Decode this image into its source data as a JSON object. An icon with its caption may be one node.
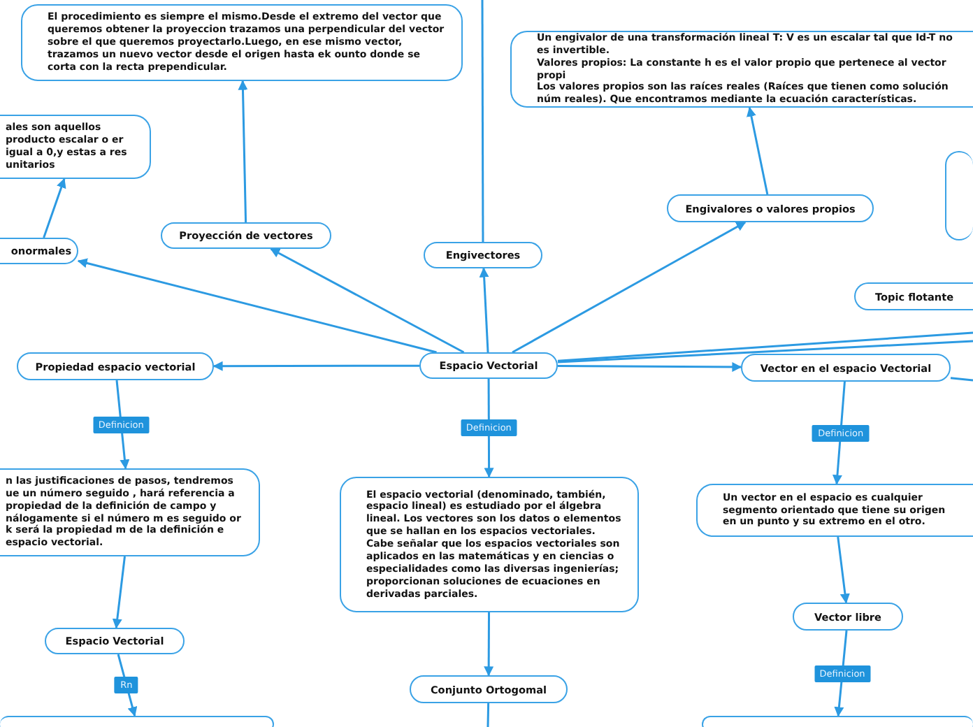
{
  "diagram": {
    "nodes": [
      {
        "text": [
          "Espacio Vectorial"
        ]
      },
      {
        "text": [
          "Proyección de vectores"
        ]
      },
      {
        "text": [
          "El procedimiento es siempre el mismo.Desde el extremo del vector que queremos obtener la proyeccion trazamos una perpendicular del vector sobre el que queremos proyectarlo.Luego, en ese mismo vector, trazamos un nuevo vector desde el origen hasta ek ounto donde se corta con la recta prependicular."
        ]
      },
      {
        "text": [
          "Engivectores"
        ]
      },
      {
        "text": [
          "Engivalores o valores propios"
        ]
      },
      {
        "text": [
          "Un engivalor de una transformación lineal T: V es un escalar tal que Id-T no es invertible.",
          "Valores propios: La constante h es el valor propio que pertenece al vector propi",
          "Los valores propios son las raíces reales (Raíces que tienen como solución núm reales). Que encontramos mediante la ecuación características."
        ]
      },
      {
        "text": [
          "onormales"
        ]
      },
      {
        "text": [
          "ales son aquellos producto escalar o er igual a 0,y estas a res unitarios"
        ]
      },
      {
        "text": [
          "Propiedad espacio vectorial"
        ]
      },
      {
        "text": [
          "n las justificaciones de pasos, tendremos ue un número seguido , hará referencia a propiedad de la definición de campo y nálogamente si el número m es seguido or k será la propiedad m de la definición e espacio vectorial."
        ]
      },
      {
        "text": [
          "Espacio Vectorial"
        ]
      },
      {
        "text": [],
        "shape": "box"
      },
      {
        "text": [
          "El espacio vectorial (denominado, también, espacio lineal) es estudiado por el álgebra lineal. Los vectores son los datos o elementos que se hallan en los espacios vectoriales.",
          "Cabe señalar que los espacios vectoriales son aplicados en las matemáticas y en ciencias o especialidades como las diversas ingenierías; proporcionan soluciones de ecuaciones en derivadas parciales."
        ]
      },
      {
        "text": [
          "Conjunto Ortogomal"
        ]
      },
      {
        "text": [
          "Vector en el espacio Vectorial"
        ]
      },
      {
        "text": [
          "Un vector en el espacio es cualquier segmento orientado que tiene su origen en un punto y su extremo en el otro."
        ]
      },
      {
        "text": [
          "Vector libre"
        ]
      },
      {
        "text": [],
        "shape": "box"
      },
      {
        "text": [
          "Topic flotante"
        ]
      },
      {
        "text": [],
        "shape": "box"
      }
    ],
    "edges": [
      {
        "from": 0,
        "to": 1,
        "arrow": "to"
      },
      {
        "from": 1,
        "to": 2,
        "arrow": "to"
      },
      {
        "from": 0,
        "to": 3,
        "arrow": "to"
      },
      {
        "from": 3,
        "to": null,
        "arrow": "none"
      },
      {
        "from": 0,
        "to": 4,
        "arrow": "to"
      },
      {
        "from": 4,
        "to": 5,
        "arrow": "to"
      },
      {
        "from": 0,
        "to": 6,
        "arrow": "to"
      },
      {
        "from": 6,
        "to": 7,
        "arrow": "to"
      },
      {
        "from": 0,
        "to": 8,
        "arrow": "to"
      },
      {
        "from": 8,
        "to": 9,
        "label": "Definicion",
        "arrow": "to"
      },
      {
        "from": 9,
        "to": 10,
        "arrow": "to"
      },
      {
        "from": 10,
        "to": 11,
        "label": "Rn",
        "arrow": "to"
      },
      {
        "from": 0,
        "to": 12,
        "label": "Definicion",
        "arrow": "to"
      },
      {
        "from": 12,
        "to": 13,
        "arrow": "to"
      },
      {
        "from": 13,
        "to": null,
        "arrow": "none"
      },
      {
        "from": 0,
        "to": 14,
        "arrow": "to"
      },
      {
        "from": 14,
        "to": 15,
        "label": "Definicion",
        "arrow": "to"
      },
      {
        "from": 15,
        "to": 16,
        "arrow": "to"
      },
      {
        "from": 16,
        "to": 17,
        "label": "Definicion",
        "arrow": "to"
      },
      {
        "from": 0,
        "to": null,
        "arrow": "none"
      },
      {
        "from": 0,
        "to": null,
        "arrow": "none"
      },
      {
        "from": 14,
        "to": null,
        "arrow": "none"
      }
    ]
  }
}
